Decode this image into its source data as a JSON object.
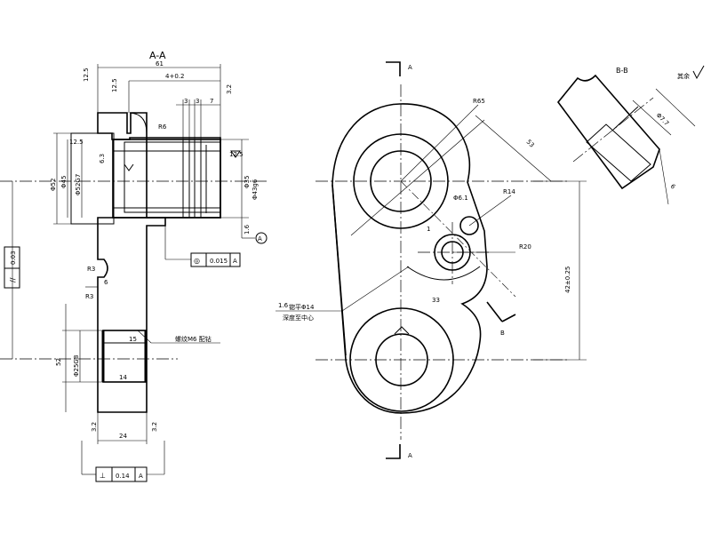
{
  "section_aa": {
    "title": "A-A",
    "dims": {
      "d61": "61",
      "d4": "4+0.2",
      "phi52": "Φ52",
      "phi45": "Φ45",
      "phi40": "Φ52G7",
      "phi35": "Φ35",
      "phi43": "Φ43g6",
      "phi25": "Φ25G8",
      "d3a": "3",
      "d3b": "3",
      "d7": "7",
      "r6": "R6",
      "r3a": "R3",
      "r3b": "R3",
      "d6": "6",
      "d15": "15",
      "d14": "14",
      "d52": "52",
      "d24": "24"
    },
    "roughness": [
      "12.5",
      "12.5",
      "12.5",
      "12.5",
      "6.3",
      "3.2",
      "1.6",
      "3.2",
      "3.2"
    ],
    "thread_note": "螺纹M6 配钻",
    "circle_a": "A",
    "fcf_top": {
      "symbol": "◎",
      "value": "0.015",
      "datum": "A"
    },
    "fcf_parallel": {
      "symbol": "//",
      "value": "0.03"
    },
    "fcf_bottom": {
      "symbol": "⊥",
      "value": "0.14",
      "datum": "A"
    }
  },
  "main_view": {
    "label_a_top": "A",
    "label_a_bottom": "A",
    "label_b": "B",
    "dims": {
      "r65": "R65",
      "d53": "53",
      "d61": "Φ6.1",
      "r14": "R14",
      "r20": "R20",
      "d33": "33",
      "d1": "1",
      "center": "42±0.25"
    },
    "note_symbol": "1.6",
    "note_text_1": "锪平Φ14",
    "note_text_2": "深度至中心"
  },
  "section_bb": {
    "title": "B-B",
    "rest": "其余",
    "dims": {
      "a": "Φ7.7",
      "b": "6"
    }
  }
}
